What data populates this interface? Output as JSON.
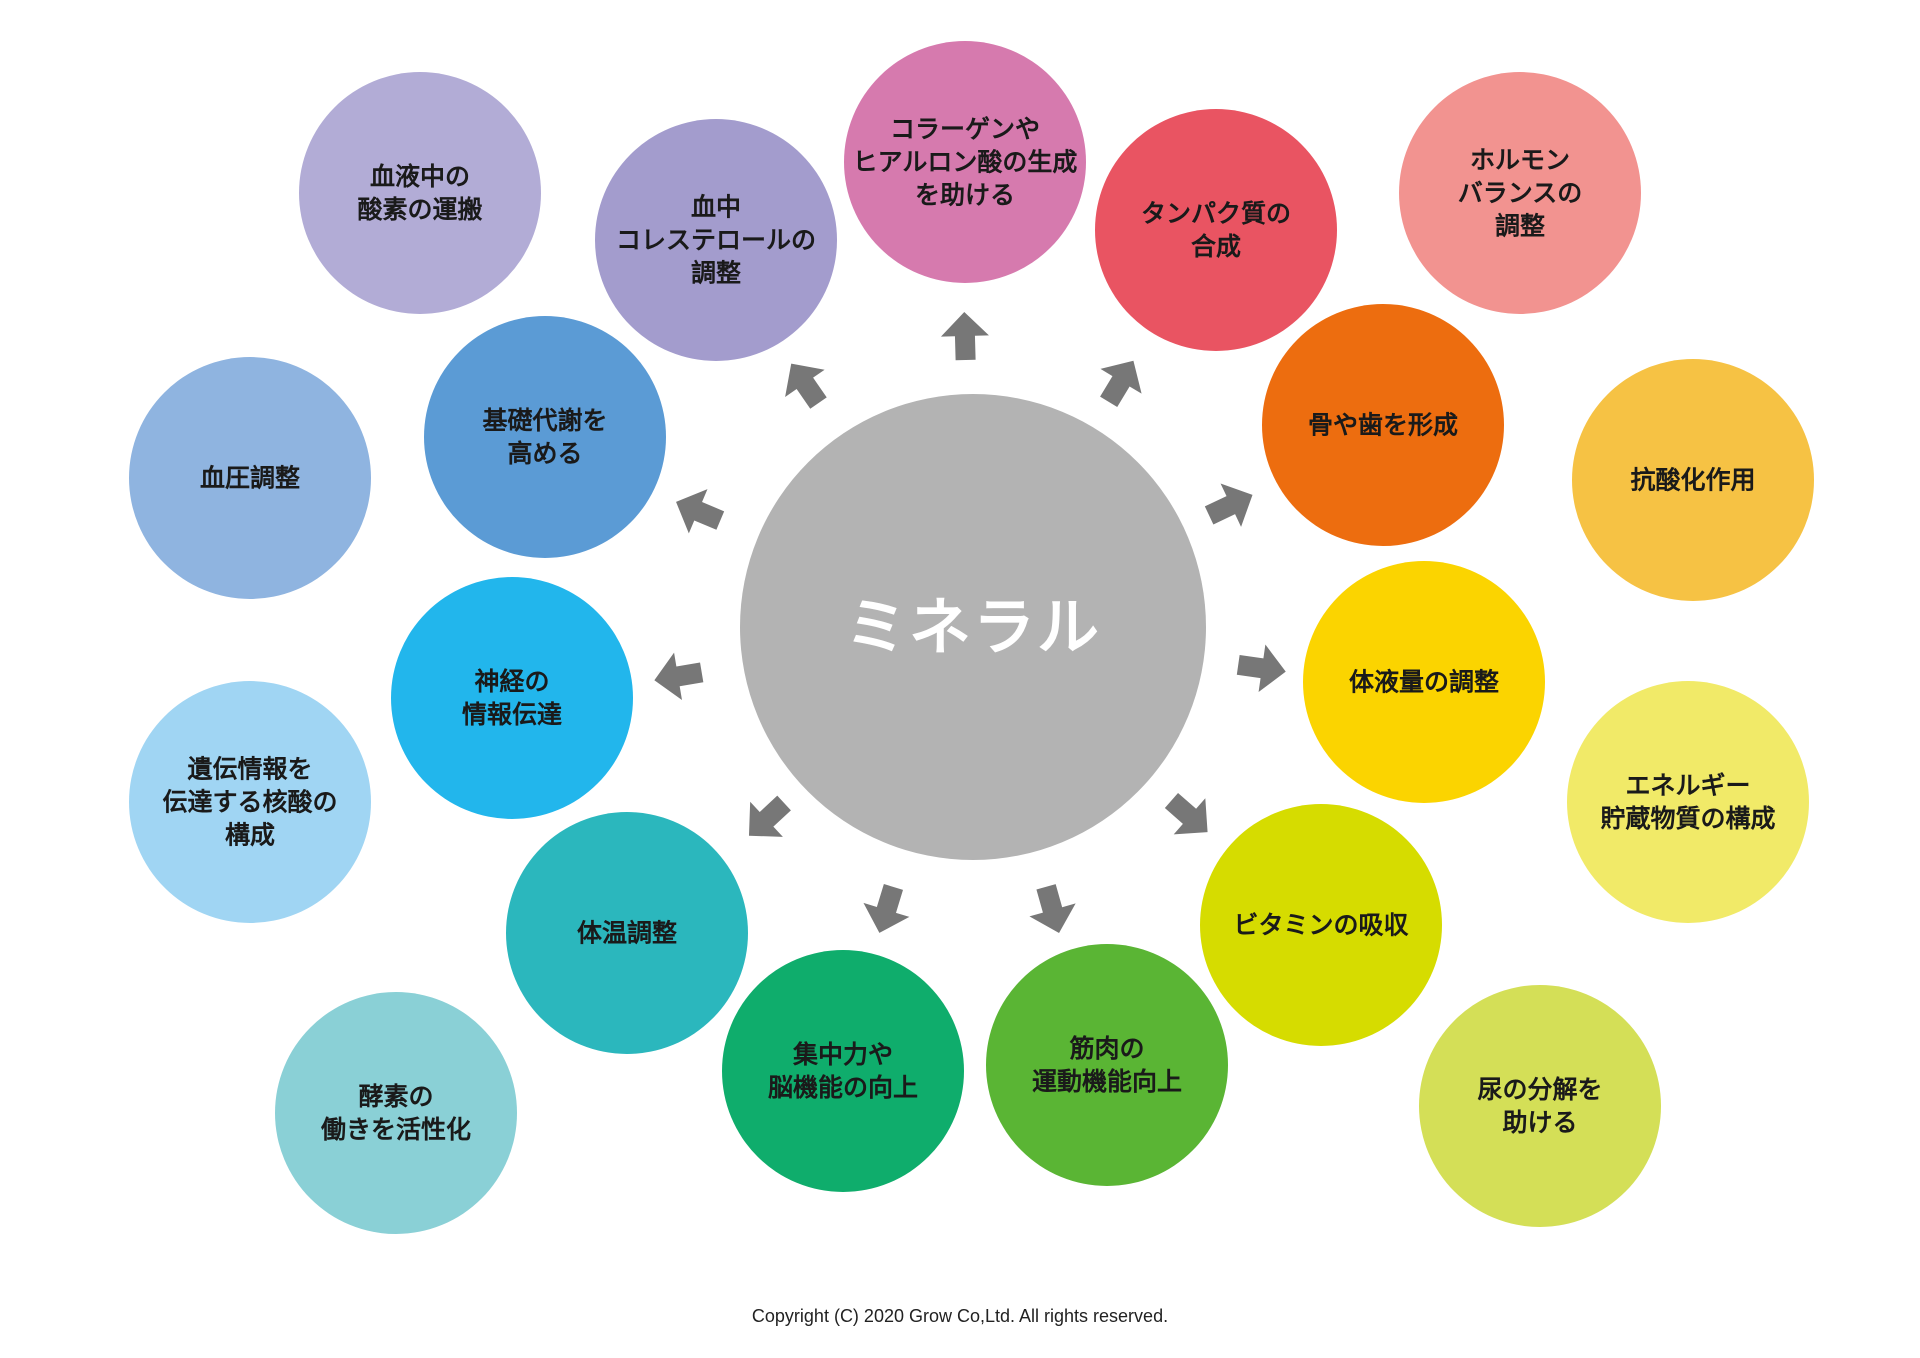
{
  "center": {
    "label": "ミネラル",
    "color": "#b3b3b3"
  },
  "arrow_color": "#777777",
  "nodes": [
    {
      "id": "blood-oxygen",
      "lines": [
        "血液中の",
        "酸素の運搬"
      ],
      "color": "#b2acd6"
    },
    {
      "id": "blood-cholesterol",
      "lines": [
        "血中",
        "コレステロールの",
        "調整"
      ],
      "color": "#a39ccd"
    },
    {
      "id": "collagen",
      "lines": [
        "コラーゲンや",
        "ヒアルロン酸の生成",
        "を助ける"
      ],
      "color": "#d67aae"
    },
    {
      "id": "protein-synthesis",
      "lines": [
        "タンパク質の",
        "合成"
      ],
      "color": "#e95462"
    },
    {
      "id": "hormone-balance",
      "lines": [
        "ホルモン",
        "バランスの",
        "調整"
      ],
      "color": "#f29390"
    },
    {
      "id": "bones-teeth",
      "lines": [
        "骨や歯を形成"
      ],
      "color": "#ed6d0f"
    },
    {
      "id": "antioxidant",
      "lines": [
        "抗酸化作用"
      ],
      "color": "#f6c244"
    },
    {
      "id": "basal-metabolism",
      "lines": [
        "基礎代謝を",
        "高める"
      ],
      "color": "#5b9bd5"
    },
    {
      "id": "blood-pressure",
      "lines": [
        "血圧調整"
      ],
      "color": "#8fb4e0"
    },
    {
      "id": "nerve-transmission",
      "lines": [
        "神経の",
        "情報伝達"
      ],
      "color": "#22b6ec"
    },
    {
      "id": "body-fluid",
      "lines": [
        "体液量の調整"
      ],
      "color": "#fbd400"
    },
    {
      "id": "nucleic-acid",
      "lines": [
        "遺伝情報を",
        "伝達する核酸の",
        "構成"
      ],
      "color": "#a0d5f3"
    },
    {
      "id": "energy-storage",
      "lines": [
        "エネルギー",
        "貯蔵物質の構成"
      ],
      "color": "#f1ea68"
    },
    {
      "id": "body-temperature",
      "lines": [
        "体温調整"
      ],
      "color": "#2bb7bd"
    },
    {
      "id": "vitamin-absorption",
      "lines": [
        "ビタミンの吸収"
      ],
      "color": "#d6dc00"
    },
    {
      "id": "concentration",
      "lines": [
        "集中力や",
        "脳機能の向上"
      ],
      "color": "#0fad6c"
    },
    {
      "id": "muscle",
      "lines": [
        "筋肉の",
        "運動機能向上"
      ],
      "color": "#5ab534"
    },
    {
      "id": "enzymes",
      "lines": [
        "酵素の",
        "働きを活性化"
      ],
      "color": "#8ad0d6"
    },
    {
      "id": "urea",
      "lines": [
        "尿の分解を",
        "助ける"
      ],
      "color": "#d4df57"
    }
  ],
  "copyright": "Copyright (C) 2020 Grow Co,Ltd. All rights reserved."
}
